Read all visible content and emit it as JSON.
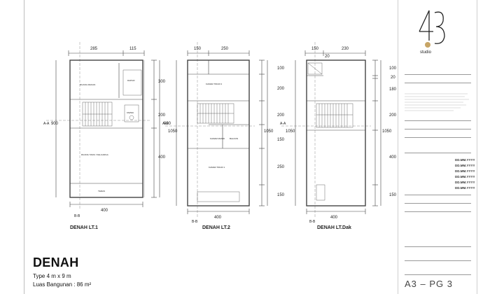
{
  "drawing": {
    "title": "DENAH",
    "type_text": "Type 4 m x 9 m",
    "area_text": "Luas Bangunan : 86 m²",
    "page_code": "A3 – PG 3"
  },
  "logo": {
    "mark": "43",
    "studio": "studio"
  },
  "plans": [
    {
      "label": "DENAH LT.1",
      "top_dims": [
        "285",
        "115"
      ],
      "right_dims": [
        "300",
        "200",
        "400"
      ],
      "total_dim": "900",
      "bottom_dim": "400",
      "section_a": "A-A",
      "section_b": "B-B",
      "rooms": [
        "RUANG MAKAN",
        "DAPUR",
        "KM/WC",
        "RUANG TAMU / KELUARGA",
        "TERAS"
      ]
    },
    {
      "label": "DENAH LT.2",
      "top_dims": [
        "150",
        "250"
      ],
      "right_dims": [
        "100",
        "200",
        "200",
        "150",
        "250",
        "150"
      ],
      "total_dim": "1050",
      "bottom_dim": "400",
      "section_a": "A-A",
      "section_b": "B-B",
      "rooms": [
        "KAMAR TIDUR 2",
        "KAMAR MANDI",
        "BALKON",
        "KAMAR TIDUR 1"
      ]
    },
    {
      "label": "DENAH LT.Dak",
      "top_dims": [
        "150",
        "230"
      ],
      "top_sub": "20",
      "right_dims": [
        "100",
        "20",
        "180",
        "200",
        "400",
        "150"
      ],
      "total_dim": "1050",
      "bottom_dim": "400",
      "section_a": "A-A",
      "section_b": "B-B"
    }
  ],
  "titleblock": {
    "dates": [
      "DD.MM.YYYY",
      "DD.MM.YYYY",
      "DD.MM.YYYY",
      "DD.MM.YYYY",
      "DD.MM.YYYY",
      "DD.MM.YYYY"
    ]
  }
}
